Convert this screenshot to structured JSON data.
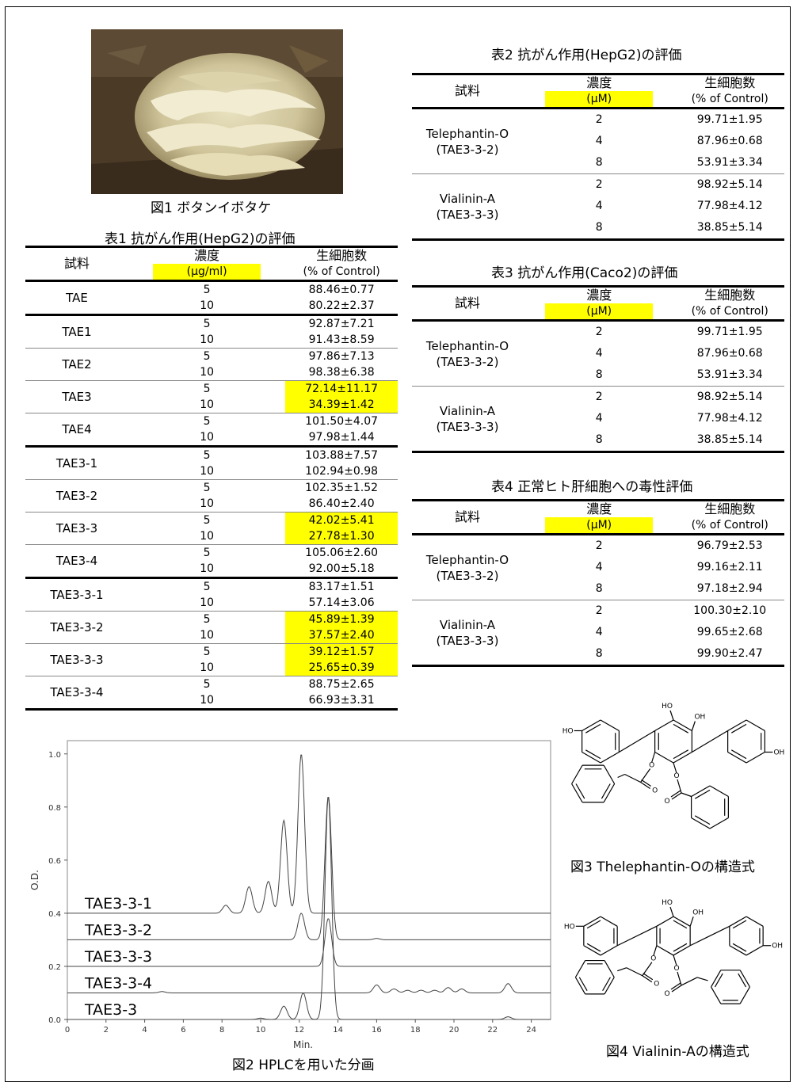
{
  "figure1": {
    "caption": "図1 ボタンイボタケ"
  },
  "table1": {
    "title": "表1 抗がん作用(HepG2)の評価",
    "headers": {
      "sample": "試料",
      "conc": "濃度",
      "conc_unit": "(μg/ml)",
      "viable": "生細胞数",
      "viable_unit": "(% of Control)"
    },
    "groups": [
      {
        "name": "TAE",
        "rows": [
          {
            "conc": "5",
            "value": "88.46±0.77"
          },
          {
            "conc": "10",
            "value": "80.22±2.37"
          }
        ]
      },
      {
        "name": "TAE1",
        "rows": [
          {
            "conc": "5",
            "value": "92.87±7.21"
          },
          {
            "conc": "10",
            "value": "91.43±8.59"
          }
        ]
      },
      {
        "name": "TAE2",
        "rows": [
          {
            "conc": "5",
            "value": "97.86±7.13"
          },
          {
            "conc": "10",
            "value": "98.38±6.38"
          }
        ]
      },
      {
        "name": "TAE3",
        "rows": [
          {
            "conc": "5",
            "value": "72.14±11.17"
          },
          {
            "conc": "10",
            "value": "34.39±1.42"
          }
        ]
      },
      {
        "name": "TAE4",
        "rows": [
          {
            "conc": "5",
            "value": "101.50±4.07"
          },
          {
            "conc": "10",
            "value": "97.98±1.44"
          }
        ]
      },
      {
        "name": "TAE3-1",
        "rows": [
          {
            "conc": "5",
            "value": "103.88±7.57"
          },
          {
            "conc": "10",
            "value": "102.94±0.98"
          }
        ]
      },
      {
        "name": "TAE3-2",
        "rows": [
          {
            "conc": "5",
            "value": "102.35±1.52"
          },
          {
            "conc": "10",
            "value": "86.40±2.40"
          }
        ]
      },
      {
        "name": "TAE3-3",
        "rows": [
          {
            "conc": "5",
            "value": "42.02±5.41"
          },
          {
            "conc": "10",
            "value": "27.78±1.30"
          }
        ]
      },
      {
        "name": "TAE3-4",
        "rows": [
          {
            "conc": "5",
            "value": "105.06±2.60"
          },
          {
            "conc": "10",
            "value": "92.00±5.18"
          }
        ]
      },
      {
        "name": "TAE3-3-1",
        "rows": [
          {
            "conc": "5",
            "value": "83.17±1.51"
          },
          {
            "conc": "10",
            "value": "57.14±3.06"
          }
        ]
      },
      {
        "name": "TAE3-3-2",
        "rows": [
          {
            "conc": "5",
            "value": "45.89±1.39"
          },
          {
            "conc": "10",
            "value": "37.57±2.40"
          }
        ]
      },
      {
        "name": "TAE3-3-3",
        "rows": [
          {
            "conc": "5",
            "value": "39.12±1.57"
          },
          {
            "conc": "10",
            "value": "25.65±0.39"
          }
        ]
      },
      {
        "name": "TAE3-3-4",
        "rows": [
          {
            "conc": "5",
            "value": "88.75±2.65"
          },
          {
            "conc": "10",
            "value": "66.93±3.31"
          }
        ]
      }
    ]
  },
  "table2": {
    "title": "表2 抗がん作用(HepG2)の評価",
    "headers": {
      "sample": "試料",
      "conc": "濃度",
      "conc_unit": "(μM)",
      "viable": "生細胞数",
      "viable_unit": "(% of Control)"
    },
    "groups": [
      {
        "name": "Telephantin-O",
        "sub": "(TAE3-3-2)",
        "rows": [
          {
            "conc": "2",
            "value": "99.71±1.95"
          },
          {
            "conc": "4",
            "value": "87.96±0.68"
          },
          {
            "conc": "8",
            "value": "53.91±3.34"
          }
        ]
      },
      {
        "name": "Vialinin-A",
        "sub": "(TAE3-3-3)",
        "rows": [
          {
            "conc": "2",
            "value": "98.92±5.14"
          },
          {
            "conc": "4",
            "value": "77.98±4.12"
          },
          {
            "conc": "8",
            "value": "38.85±5.14"
          }
        ]
      }
    ]
  },
  "table3": {
    "title": "表3 抗がん作用(Caco2)の評価",
    "headers": {
      "sample": "試料",
      "conc": "濃度",
      "conc_unit": "(μM)",
      "viable": "生細胞数",
      "viable_unit": "(% of Control)"
    },
    "groups": [
      {
        "name": "Telephantin-O",
        "sub": "(TAE3-3-2)",
        "rows": [
          {
            "conc": "2",
            "value": "99.71±1.95"
          },
          {
            "conc": "4",
            "value": "87.96±0.68"
          },
          {
            "conc": "8",
            "value": "53.91±3.34"
          }
        ]
      },
      {
        "name": "Vialinin-A",
        "sub": "(TAE3-3-3)",
        "rows": [
          {
            "conc": "2",
            "value": "98.92±5.14"
          },
          {
            "conc": "4",
            "value": "77.98±4.12"
          },
          {
            "conc": "8",
            "value": "38.85±5.14"
          }
        ]
      }
    ]
  },
  "table4": {
    "title": "表4 正常ヒト肝細胞への毒性評価",
    "headers": {
      "sample": "試料",
      "conc": "濃度",
      "conc_unit": "(μM)",
      "viable": "生細胞数",
      "viable_unit": "(% of Control)"
    },
    "groups": [
      {
        "name": "Telephantin-O",
        "sub": "(TAE3-3-2)",
        "rows": [
          {
            "conc": "2",
            "value": "96.79±2.53"
          },
          {
            "conc": "4",
            "value": "99.16±2.11"
          },
          {
            "conc": "8",
            "value": "97.18±2.94"
          }
        ]
      },
      {
        "name": "Vialinin-A",
        "sub": "(TAE3-3-3)",
        "rows": [
          {
            "conc": "2",
            "value": "100.30±2.10"
          },
          {
            "conc": "4",
            "value": "99.65±2.68"
          },
          {
            "conc": "8",
            "value": "99.90±2.47"
          }
        ]
      }
    ]
  },
  "figure2": {
    "caption": "図2 HPLCを用いた分画",
    "chart_data": {
      "type": "line",
      "xlabel": "Min.",
      "ylabel": "O.D.",
      "xlim": [
        0,
        25
      ],
      "ylim": [
        0,
        1.05
      ],
      "x_ticks": [
        "0",
        "2",
        "4",
        "6",
        "8",
        "10",
        "12",
        "14",
        "16",
        "18",
        "20",
        "22",
        "24"
      ],
      "y_ticks": [
        "0.0",
        "0.2",
        "0.4",
        "0.6",
        "0.8",
        "1.0"
      ],
      "series": [
        {
          "name": "TAE3-3-1",
          "baseline": 0.4,
          "peaks": [
            [
              8.2,
              0.03
            ],
            [
              9.4,
              0.1
            ],
            [
              10.4,
              0.12
            ],
            [
              11.2,
              0.35
            ],
            [
              12.1,
              0.6
            ]
          ]
        },
        {
          "name": "TAE3-3-2",
          "baseline": 0.3,
          "peaks": [
            [
              12.1,
              0.1
            ],
            [
              13.5,
              0.54
            ],
            [
              16.0,
              0.005
            ]
          ]
        },
        {
          "name": "TAE3-3-3",
          "baseline": 0.2,
          "peaks": [
            [
              13.5,
              0.18
            ]
          ]
        },
        {
          "name": "TAE3-3-4",
          "baseline": 0.1,
          "peaks": [
            [
              4.9,
              0.005
            ],
            [
              16.0,
              0.03
            ],
            [
              16.9,
              0.015
            ],
            [
              17.6,
              0.01
            ],
            [
              18.3,
              0.01
            ],
            [
              19.0,
              0.01
            ],
            [
              19.7,
              0.02
            ],
            [
              20.4,
              0.015
            ],
            [
              22.8,
              0.035
            ]
          ]
        },
        {
          "name": "TAE3-3",
          "baseline": 0.0,
          "peaks": [
            [
              10.0,
              0.005
            ],
            [
              11.2,
              0.05
            ],
            [
              12.2,
              0.1
            ],
            [
              13.5,
              0.84
            ],
            [
              22.8,
              0.01
            ]
          ]
        }
      ]
    }
  },
  "figure3": {
    "caption": "図3 Thelephantin-Oの構造式"
  },
  "figure4": {
    "caption": "図4 Vialinin-Aの構造式"
  },
  "structure_labels": {
    "ho": "HO",
    "oh": "OH",
    "o": "O"
  }
}
